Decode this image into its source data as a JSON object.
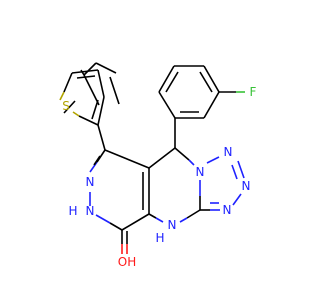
{
  "molecule": {
    "atoms": {
      "F": "F",
      "S": "S",
      "N_a": "N",
      "N_b": "N",
      "N_c": "N",
      "N_d": "N",
      "N_e": "N",
      "N_f": "N",
      "N_g": "N",
      "NH_ring": "N",
      "NH_ring_h": "H",
      "NH_bottom": "NH",
      "H_bottom": "H",
      "OH": "OH"
    },
    "colors": {
      "carbon": "#000000",
      "nitrogen": "#1f22ff",
      "sulfur": "#b2a400",
      "oxygen": "#ff1a1a",
      "fluorine": "#38c238"
    }
  }
}
